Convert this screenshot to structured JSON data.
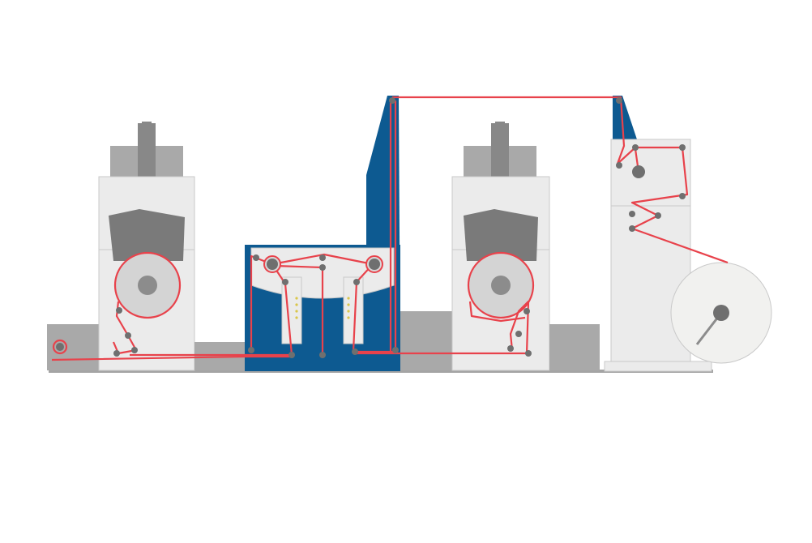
{
  "diagram": {
    "kind": "web-press-schematic",
    "colors": {
      "background": "#ffffff",
      "frame_light": "#ebebeb",
      "frame_stroke": "#c9c9c9",
      "block_gray": "#a9a9a9",
      "block_dark": "#888888",
      "head_dark": "#7a7a7a",
      "cylinder_fill": "#d4d4d4",
      "hub": "#8c8c8c",
      "blue": "#0d5a91",
      "web": "#e8424b",
      "roller": "#6f6f6f",
      "roller_ring": "#d7d7d7",
      "dryer_dots": "#d9c64a",
      "baseline": "#a4a4a4",
      "reel": "#f1f1ef"
    },
    "components": [
      {
        "id": "unwind-roller",
        "label": ""
      },
      {
        "id": "print-unit-1",
        "label": ""
      },
      {
        "id": "dryer-unit",
        "label": ""
      },
      {
        "id": "print-unit-2",
        "label": ""
      },
      {
        "id": "tower-rollers",
        "label": ""
      },
      {
        "id": "rewind-reel",
        "label": ""
      }
    ]
  }
}
